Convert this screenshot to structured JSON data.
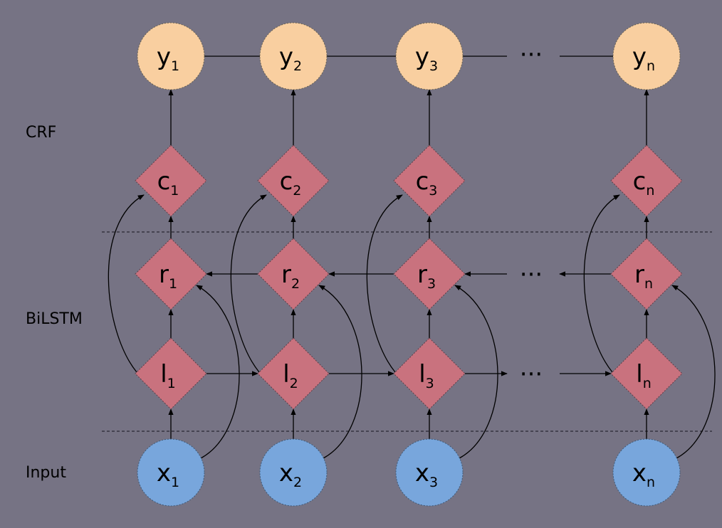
{
  "colors": {
    "background": "#767384",
    "output_node": "#f9cfa0",
    "hidden_node": "#c9727e",
    "input_node": "#78a6dc"
  },
  "layers": {
    "crf": "CRF",
    "bilstm": "BiLSTM",
    "input": "Input"
  },
  "ellipsis": "···",
  "columns": [
    {
      "y": "y",
      "c": "c",
      "r": "r",
      "l": "l",
      "x": "x",
      "index": "1"
    },
    {
      "y": "y",
      "c": "c",
      "r": "r",
      "l": "l",
      "x": "x",
      "index": "2"
    },
    {
      "y": "y",
      "c": "c",
      "r": "r",
      "l": "l",
      "x": "x",
      "index": "3"
    },
    {
      "y": "y",
      "c": "c",
      "r": "r",
      "l": "l",
      "x": "x",
      "index": "n"
    }
  ]
}
